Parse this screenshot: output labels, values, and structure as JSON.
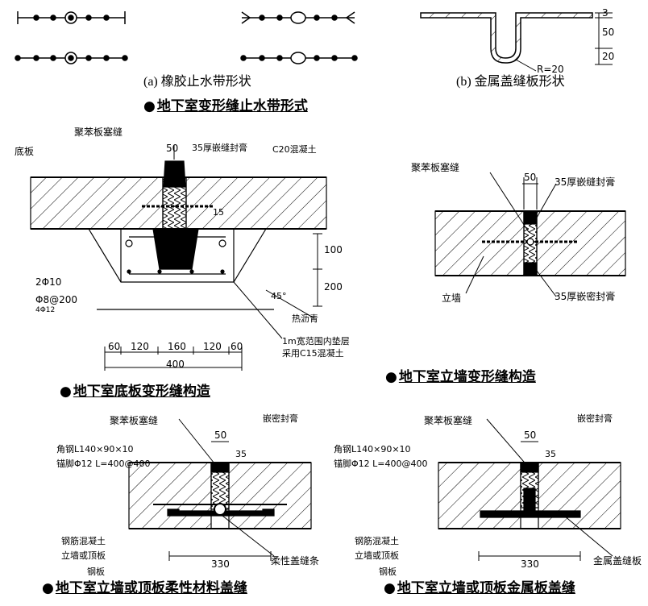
{
  "top": {
    "caption_a": "(a) 橡胶止水带形状",
    "caption_b": "(b) 金属盖缝板形状",
    "dim_50": "50",
    "dim_20": "20",
    "dim_3": "3",
    "radius": "R=20",
    "title": "地下室变形缝止水带形式"
  },
  "floor": {
    "label_pbf": "聚苯板塞缝",
    "label_slab": "底板",
    "label_35": "35厚嵌缝封膏",
    "label_c20": "C20混凝土",
    "dim_50": "50",
    "dim_15": "15",
    "dim_100": "100",
    "dim_200": "200",
    "label_rebar1": "2Φ10",
    "label_rebar2": "Φ8@200",
    "label_rebar3": "4Φ12",
    "label_45": "45°",
    "label_asphalt": "热沥青",
    "label_cushion1": "1m宽范围内垫层",
    "label_cushion2": "采用C15混凝土",
    "dims_bottom": [
      "60",
      "120",
      "160",
      "120",
      "60"
    ],
    "dim_total": "400",
    "title": "地下室底板变形缝构造"
  },
  "wall": {
    "label_pbf": "聚苯板塞缝",
    "dim_50": "50",
    "label_35a": "35厚嵌缝封膏",
    "label_wall": "立墙",
    "label_35b": "35厚嵌密封膏",
    "title": "地下室立墙变形缝构造"
  },
  "flex": {
    "label_pbf": "聚苯板塞缝",
    "label_seal": "嵌密封膏",
    "dim_50": "50",
    "dim_35": "35",
    "label_angle": "角钢L140×90×10",
    "label_anchor": "锚脚Φ12 L=400@400",
    "label_rc": "钢筋混凝土",
    "label_wall": "立墙或顶板",
    "label_plate": "钢板",
    "dim_330": "330",
    "label_strip": "柔性盖缝条",
    "title": "地下室立墙或顶板柔性材料盖缝"
  },
  "metal": {
    "label_pbf": "聚苯板塞缝",
    "label_seal": "嵌密封膏",
    "dim_50": "50",
    "dim_35": "35",
    "label_angle": "角钢L140×90×10",
    "label_anchor": "锚脚Φ12 L=400@400",
    "label_rc": "钢筋混凝土",
    "label_wall": "立墙或顶板",
    "label_plate": "钢板",
    "dim_330": "330",
    "label_cover": "金属盖缝板",
    "title": "地下室立墙或顶板金属板盖缝"
  }
}
